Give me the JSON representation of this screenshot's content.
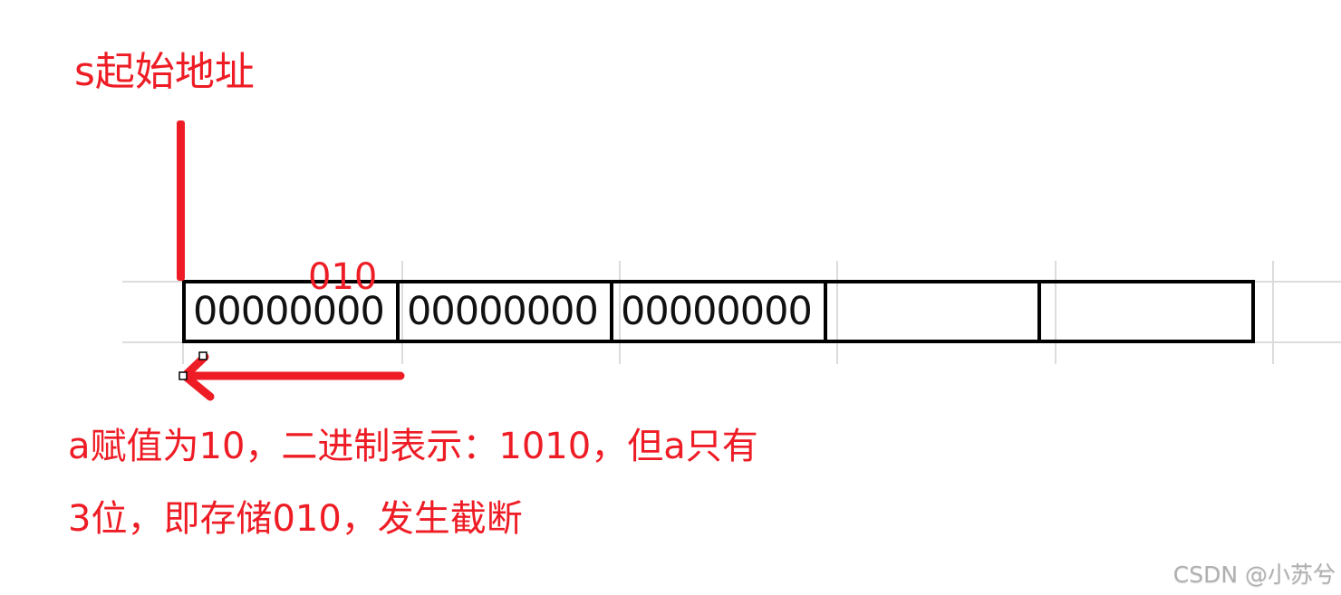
{
  "diagram": {
    "title_label": "s起始地址",
    "truncated_value": "010",
    "memory_cells": [
      {
        "value": "00000000"
      },
      {
        "value": "00000000"
      },
      {
        "value": "00000000"
      },
      {
        "value": ""
      },
      {
        "value": ""
      }
    ],
    "explanation": {
      "line1": "a赋值为10，二进制表示：1010，但a只有",
      "line2": "3位，即存储010，发生截断"
    },
    "arrows": {
      "start_marker": "vertical-line-pointing-to-start",
      "direction_arrow": "left-arrow"
    },
    "colors": {
      "annotation": "#ee1c25",
      "cell_border": "#000000",
      "gridline": "#dcdcdc"
    }
  },
  "watermark": "CSDN @小苏兮"
}
